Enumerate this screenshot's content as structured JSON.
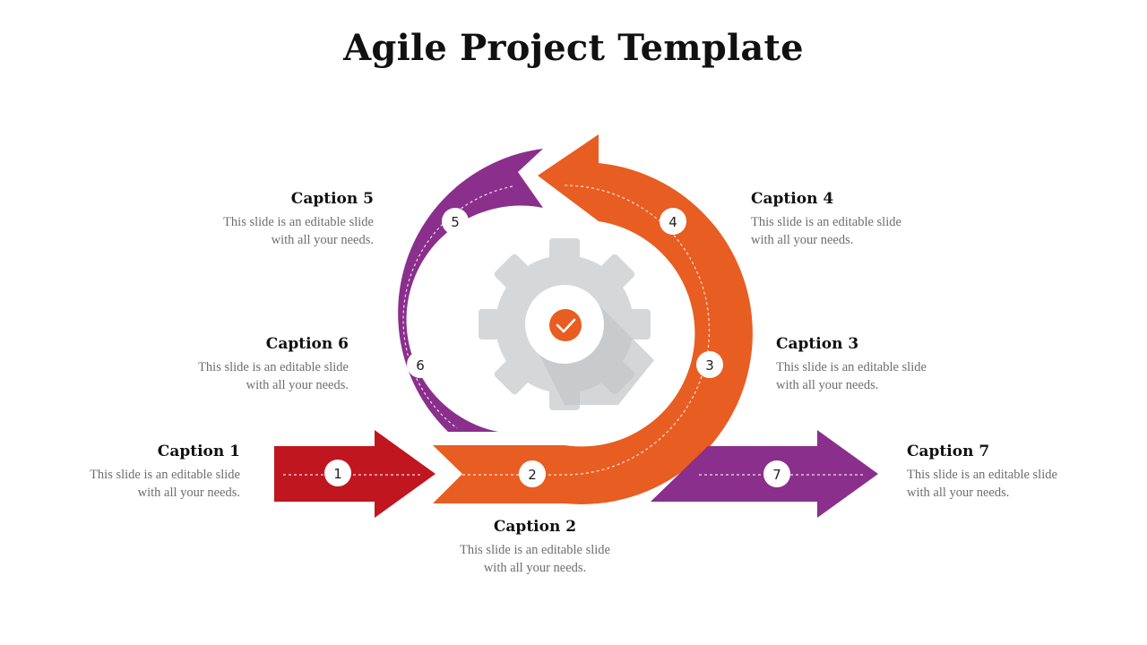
{
  "title": "Agile Project Template",
  "colors": {
    "red": "#c0161f",
    "orange": "#e85d22",
    "purple": "#8a2f8c",
    "gear": "#d6d7d9",
    "gear_shadow": "#c3c4c6",
    "center_check": "#e85d22"
  },
  "center_icon": "checkmark-icon",
  "center_gear": "gear-icon",
  "steps": [
    {
      "num": "1",
      "caption": "Caption 1",
      "line1": "This slide is an editable slide",
      "line2": "with all your needs."
    },
    {
      "num": "2",
      "caption": "Caption 2",
      "line1": "This slide is an editable slide",
      "line2": "with all your needs."
    },
    {
      "num": "3",
      "caption": "Caption 3",
      "line1": "This slide is an editable slide",
      "line2": "with all your needs."
    },
    {
      "num": "4",
      "caption": "Caption 4",
      "line1": "This slide is an editable slide",
      "line2": "with all your needs."
    },
    {
      "num": "5",
      "caption": "Caption 5",
      "line1": "This slide is an editable slide",
      "line2": "with all your needs."
    },
    {
      "num": "6",
      "caption": "Caption 6",
      "line1": "This slide is an editable slide",
      "line2": "with all your needs."
    },
    {
      "num": "7",
      "caption": "Caption 7",
      "line1": "This slide is an editable slide",
      "line2": "with all your needs."
    }
  ]
}
